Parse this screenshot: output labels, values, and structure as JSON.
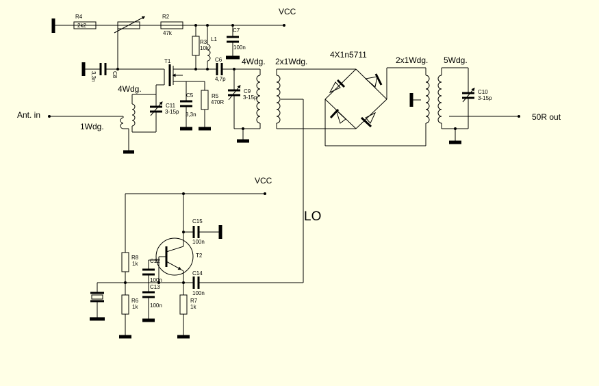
{
  "labels": {
    "vcc_top": "VCC",
    "vcc_bottom": "VCC",
    "ant_in": "Ant. in",
    "out": "50R out",
    "lo": "LO",
    "wdg_1": "1Wdg.",
    "wdg_4a": "4Wdg.",
    "wdg_4b": "4Wdg.",
    "wdg_2x1a": "2x1Wdg.",
    "wdg_2x1b": "2x1Wdg.",
    "wdg_5": "5Wdg.",
    "diodes": "4X1n5711"
  },
  "components": {
    "R4": {
      "ref": "R4",
      "value": "2k2"
    },
    "R2": {
      "ref": "R2",
      "value": "47k"
    },
    "R3": {
      "ref": "R3",
      "value": "10k"
    },
    "L1": {
      "ref": "L1"
    },
    "C7": {
      "ref": "C7",
      "value": "100n"
    },
    "C6": {
      "ref": "C6",
      "value": "4,7p"
    },
    "C8": {
      "ref": "C8",
      "value": "3,3n"
    },
    "T1": {
      "ref": "T1"
    },
    "C11": {
      "ref": "C11",
      "value": "3-15p"
    },
    "C5": {
      "ref": "C5",
      "value": "3,3n"
    },
    "R5": {
      "ref": "R5",
      "value": "470R"
    },
    "C9": {
      "ref": "C9",
      "value": "3-15p"
    },
    "C10": {
      "ref": "C10",
      "value": "3-15p"
    },
    "C15": {
      "ref": "C15",
      "value": "100n"
    },
    "R8": {
      "ref": "R8",
      "value": "1k"
    },
    "C12": {
      "ref": "C12",
      "value": "100n"
    },
    "C13": {
      "ref": "C13",
      "value": "100n"
    },
    "T2": {
      "ref": "T2"
    },
    "C14": {
      "ref": "C14",
      "value": "100n"
    },
    "R6": {
      "ref": "R6",
      "value": "1k"
    },
    "R7": {
      "ref": "R7",
      "value": "1k"
    }
  }
}
